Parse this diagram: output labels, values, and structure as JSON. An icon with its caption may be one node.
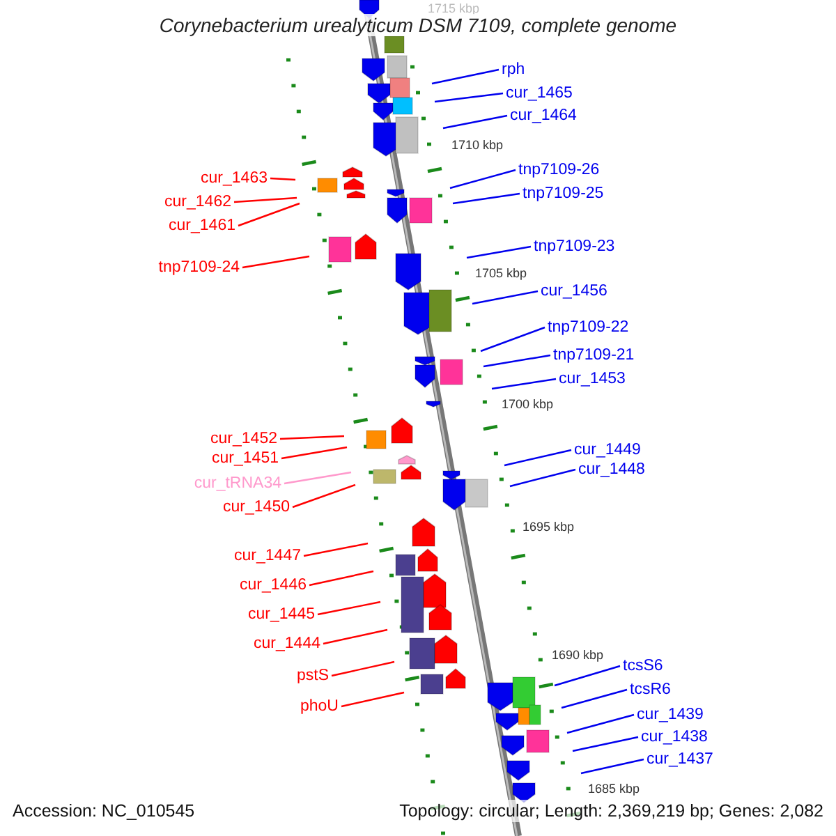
{
  "diagram": {
    "title": "Corynebacterium urealyticum DSM 7109, complete genome",
    "nodes": [
      {
        "text": [
          "rph"
        ]
      },
      {
        "text": [
          "cur_1465"
        ]
      },
      {
        "text": [
          "cur_1464"
        ]
      },
      {
        "text": [
          "tnp7109-26"
        ]
      },
      {
        "text": [
          "cur_1463"
        ]
      },
      {
        "text": [
          "tnp7109-25"
        ]
      },
      {
        "text": [
          "cur_1462"
        ]
      },
      {
        "text": [
          "cur_1461"
        ]
      },
      {
        "text": [
          "tnp7109-23"
        ]
      },
      {
        "text": [
          "tnp7109-24"
        ]
      },
      {
        "text": [
          "cur_1456"
        ]
      },
      {
        "text": [
          "tnp7109-22"
        ]
      },
      {
        "text": [
          "tnp7109-21"
        ]
      },
      {
        "text": [
          "cur_1453"
        ]
      },
      {
        "text": [
          "cur_1452"
        ]
      },
      {
        "text": [
          "cur_1449"
        ]
      },
      {
        "text": [
          "cur_1451"
        ]
      },
      {
        "text": [
          "cur_1448"
        ]
      },
      {
        "text": [
          "cur_tRNA34"
        ]
      },
      {
        "text": [
          "cur_1450"
        ]
      },
      {
        "text": [
          "cur_1447"
        ]
      },
      {
        "text": [
          "cur_1446"
        ]
      },
      {
        "text": [
          "cur_1445"
        ]
      },
      {
        "text": [
          "cur_1444"
        ]
      },
      {
        "text": [
          "tcsS6"
        ]
      },
      {
        "text": [
          "pstS"
        ]
      },
      {
        "text": [
          "tcsR6"
        ]
      },
      {
        "text": [
          "phoU"
        ]
      },
      {
        "text": [
          "cur_1439"
        ]
      },
      {
        "text": [
          "cur_1438"
        ]
      },
      {
        "text": [
          "cur_1437"
        ]
      }
    ],
    "edges": [
      {
        "from": 0,
        "to": null,
        "arrow": "none"
      },
      {
        "from": 1,
        "to": null,
        "arrow": "none"
      },
      {
        "from": 2,
        "to": null,
        "arrow": "none"
      },
      {
        "from": 3,
        "to": null,
        "arrow": "none"
      },
      {
        "from": 4,
        "to": null,
        "arrow": "none",
        "color": "#ff0000"
      },
      {
        "from": 5,
        "to": null,
        "arrow": "none"
      },
      {
        "from": 6,
        "to": null,
        "arrow": "none",
        "color": "#ff0000"
      },
      {
        "from": 7,
        "to": null,
        "arrow": "none",
        "color": "#ff0000"
      },
      {
        "from": 8,
        "to": null,
        "arrow": "none"
      },
      {
        "from": 9,
        "to": null,
        "arrow": "none",
        "color": "#ff0000"
      },
      {
        "from": 10,
        "to": null,
        "arrow": "none"
      },
      {
        "from": 11,
        "to": null,
        "arrow": "none"
      },
      {
        "from": 12,
        "to": null,
        "arrow": "none"
      },
      {
        "from": 13,
        "to": null,
        "arrow": "none"
      },
      {
        "from": 14,
        "to": null,
        "arrow": "none",
        "color": "#ff0000"
      },
      {
        "from": 15,
        "to": null,
        "arrow": "none"
      },
      {
        "from": 16,
        "to": null,
        "arrow": "none",
        "color": "#ff0000"
      },
      {
        "from": 17,
        "to": null,
        "arrow": "none"
      },
      {
        "from": 18,
        "to": null,
        "arrow": "none",
        "color": "#ff99cc"
      },
      {
        "from": 19,
        "to": null,
        "arrow": "none",
        "color": "#ff0000"
      },
      {
        "from": 20,
        "to": null,
        "arrow": "none",
        "color": "#ff0000"
      },
      {
        "from": 21,
        "to": null,
        "arrow": "none",
        "color": "#ff0000"
      },
      {
        "from": 22,
        "to": null,
        "arrow": "none",
        "color": "#ff0000"
      },
      {
        "from": 23,
        "to": null,
        "arrow": "none",
        "color": "#ff0000"
      },
      {
        "from": 24,
        "to": null,
        "arrow": "none"
      },
      {
        "from": 25,
        "to": null,
        "arrow": "none",
        "color": "#ff0000"
      },
      {
        "from": 26,
        "to": null,
        "arrow": "none"
      },
      {
        "from": 27,
        "to": null,
        "arrow": "none",
        "color": "#ff0000"
      },
      {
        "from": 28,
        "to": null,
        "arrow": "none"
      },
      {
        "from": 29,
        "to": null,
        "arrow": "none"
      },
      {
        "from": 30,
        "to": null,
        "arrow": "none"
      }
    ],
    "labels": [
      "1715 kbp",
      "1710 kbp",
      "1705 kbp",
      "1700 kbp",
      "1695 kbp",
      "1690 kbp",
      "1685 kbp",
      "Accession: NC_010545",
      "Topology: circular; Length: 2,369,219 bp; Genes: 2,082"
    ]
  }
}
